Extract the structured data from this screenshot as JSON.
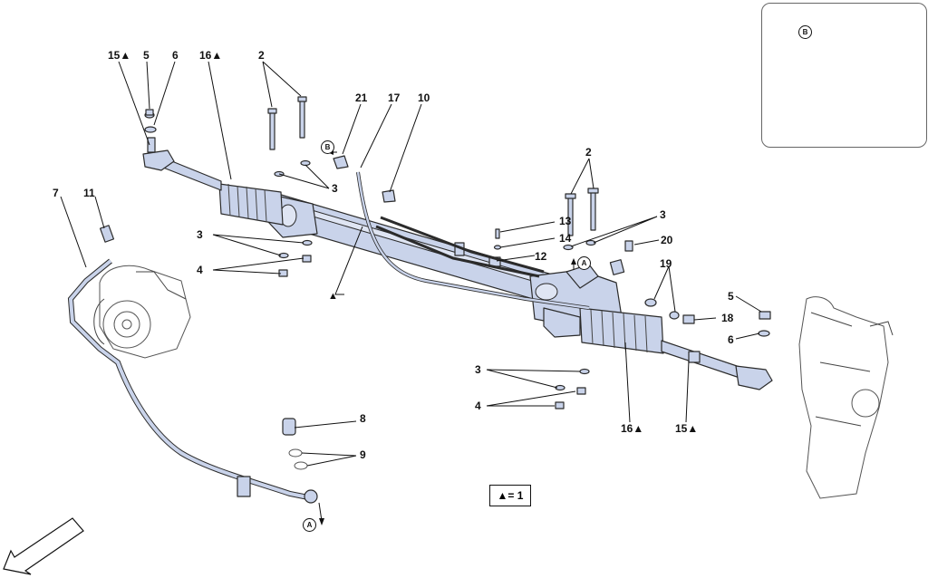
{
  "labels": {
    "l15a": "15▲",
    "l5a": "5",
    "l6a": "6",
    "l16a": "16▲",
    "l2a": "2",
    "l21": "21",
    "l17": "17",
    "l10": "10",
    "l7": "7",
    "l11": "11",
    "l3a": "3",
    "l3b": "3",
    "l4a": "4",
    "l2b": "2",
    "l3c": "3",
    "l13": "13",
    "l14": "14",
    "l12": "12",
    "l20": "20",
    "l19": "19",
    "l5b": "5",
    "l18": "18",
    "l6b": "6",
    "l3d": "3",
    "l4b": "4",
    "l8": "8",
    "l9": "9",
    "l16b": "16▲",
    "l15b": "15▲",
    "tri": "▲"
  },
  "callouts": {
    "b_main": "B",
    "b_inset": "B",
    "a_main": "A",
    "a_hose": "A"
  },
  "legend": "▲= 1",
  "colors": {
    "part_fill": "#c9d3ea",
    "line": "#2b2b2b"
  }
}
